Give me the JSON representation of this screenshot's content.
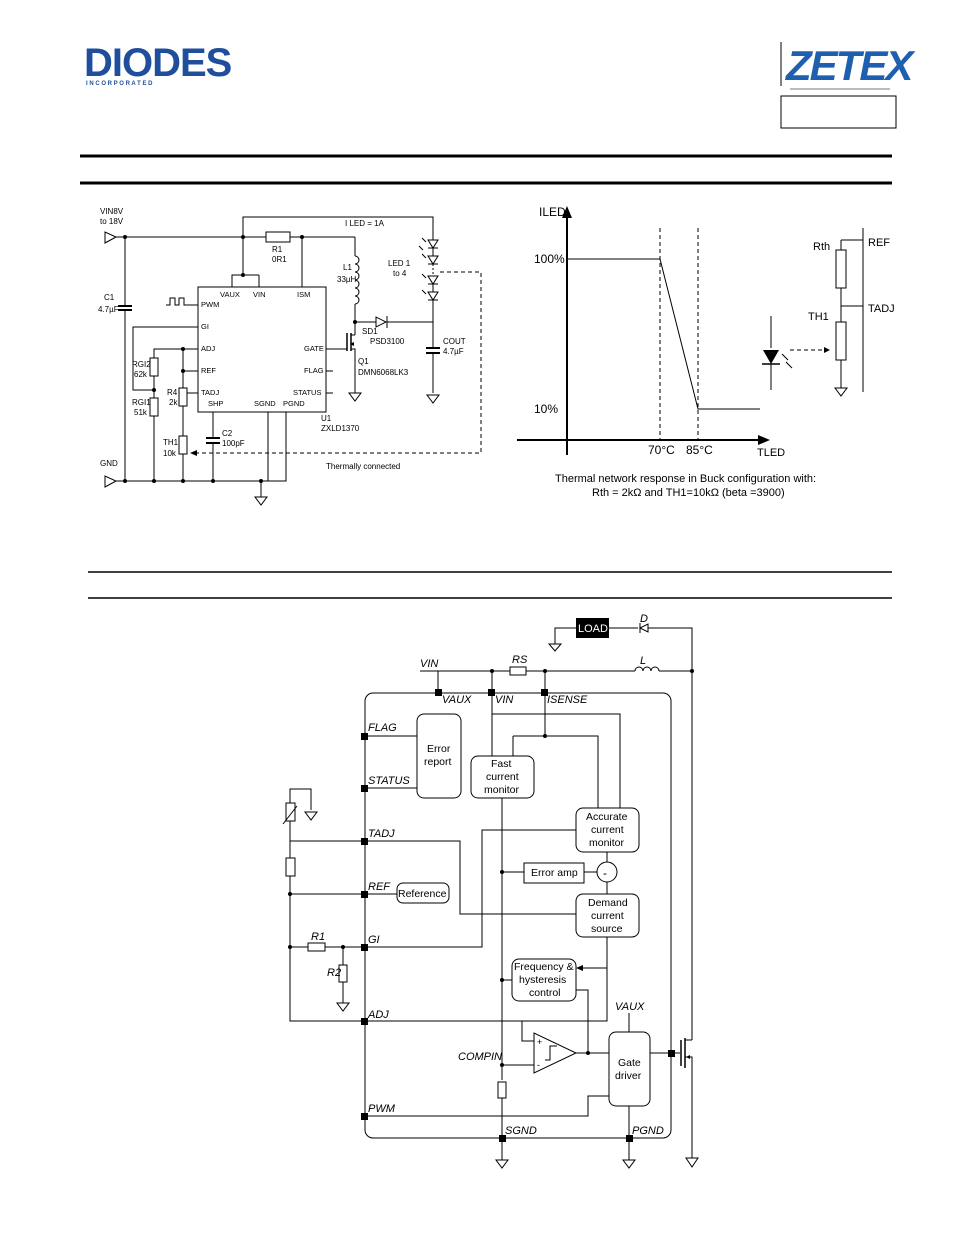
{
  "header": {
    "logo_left": "DIODES",
    "logo_left_sub": "I N C O R P O R A T E D",
    "logo_right": "ZETEX"
  },
  "schematic": {
    "vin_label_1": "VIN8V",
    "vin_label_2": "to 18V",
    "gnd_label": "GND",
    "iled_label": "I LED = 1A",
    "r1": {
      "name": "R1",
      "value": "0R1"
    },
    "c1": {
      "name": "C1",
      "value": "4.7µF"
    },
    "l1": {
      "name": "L1",
      "value": "33µH"
    },
    "led": {
      "name": "LED 1",
      "value": "to 4"
    },
    "sd1": {
      "name": "SD1",
      "value": "PSD3100"
    },
    "q1": {
      "name": "Q1",
      "value": "DMN6068LK3"
    },
    "cout": {
      "name": "COUT",
      "value": "4.7µF"
    },
    "rgi2": {
      "name": "RGI2",
      "value": "62k"
    },
    "rgi1": {
      "name": "RGI1",
      "value": "51k"
    },
    "r4": {
      "name": "R4",
      "value": "2k"
    },
    "th1": {
      "name": "TH1",
      "value": "10k"
    },
    "c2": {
      "name": "C2",
      "value": "100pF"
    },
    "u1": {
      "name": "U1",
      "value": "ZXLD1370"
    },
    "thermal_label": "Thermally connected",
    "pins": {
      "vaux": "VAUX",
      "vin": "VIN",
      "ism": "ISM",
      "pwm": "PWM",
      "gi": "GI",
      "adj": "ADJ",
      "ref": "REF",
      "tadj": "TADJ",
      "shp": "SHP",
      "sgnd": "SGND",
      "pgnd": "PGND",
      "gate": "GATE",
      "flag": "FLAG",
      "status": "STATUS"
    }
  },
  "derating_chart": {
    "y_axis_label": "ILED",
    "x_axis_label": "TLED",
    "y_ticks": [
      "100%",
      "10%"
    ],
    "x_ticks": [
      "70°C",
      "85°C"
    ],
    "caption_line1": "Thermal network response in Buck configuration with:",
    "caption_line2": "Rth = 2kΩ and TH1=10kΩ  (beta =3900)",
    "chart_data": {
      "type": "line",
      "x": [
        "0",
        "70°C",
        "85°C",
        "∞"
      ],
      "y": [
        100,
        100,
        10,
        10
      ],
      "xlabel": "TLED",
      "ylabel": "ILED",
      "y_ticks": [
        "100%",
        "10%"
      ],
      "x_ticks": [
        "70°C",
        "85°C"
      ]
    }
  },
  "thermal_network": {
    "rth": "Rth",
    "th1": "TH1",
    "ref": "REF",
    "tadj": "TADJ"
  },
  "block_diagram": {
    "load": "LOAD",
    "d": "D",
    "l": "L",
    "rs": "RS",
    "vin": "VIN",
    "pins": {
      "vaux": "VAUX",
      "vin": "VIN",
      "isense": "ISENSE",
      "flag": "FLAG",
      "status": "STATUS",
      "tadj": "TADJ",
      "ref": "REF",
      "gi": "GI",
      "adj": "ADJ",
      "pwm": "PWM",
      "compin": "COMPIN",
      "sgnd": "SGND",
      "pgnd": "PGND",
      "vaux2": "VAUX"
    },
    "r1": "R1",
    "r2": "R2",
    "blocks": {
      "error_report_1": "Error",
      "error_report_2": "report",
      "fast_1": "Fast",
      "fast_2": "current",
      "fast_3": "monitor",
      "accurate_1": "Accurate",
      "accurate_2": "current",
      "accurate_3": "monitor",
      "error_amp": "Error amp",
      "minus": "-",
      "demand_1": "Demand",
      "demand_2": "current",
      "demand_3": "source",
      "reference": "Reference",
      "freq_1": "Frequency &",
      "freq_2": "hysteresis",
      "freq_3": "control",
      "gate_1": "Gate",
      "gate_2": "driver"
    }
  }
}
